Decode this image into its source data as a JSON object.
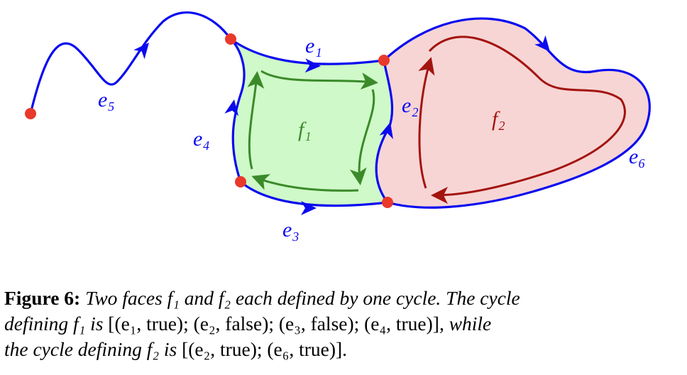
{
  "figure": {
    "edges": [
      "e₁",
      "e₂",
      "e₃",
      "e₄",
      "e₅",
      "e₆"
    ],
    "faces": [
      "f₁",
      "f₂"
    ],
    "colors": {
      "edge": "#0a0aef",
      "vertex": "#e8392b",
      "face1_fill": "#cff9c8",
      "face1_stroke": "#3b8a2a",
      "face2_fill": "#f7d5d5",
      "face2_stroke": "#a3140f"
    }
  },
  "caption": {
    "label": "Figure 6:",
    "line1": " Two faces f₁ and f₂ each defined by one cycle. The cycle",
    "line2a": "defining f₁ is ",
    "line2b": "[(e₁, true); (e₂, false); (e₃, false); (e₄, true)]",
    "line2c": ", while",
    "line3a": "the cycle defining f₂ is ",
    "line3b": "[(e₂, true); (e₆, true)]",
    "line3c": "."
  }
}
